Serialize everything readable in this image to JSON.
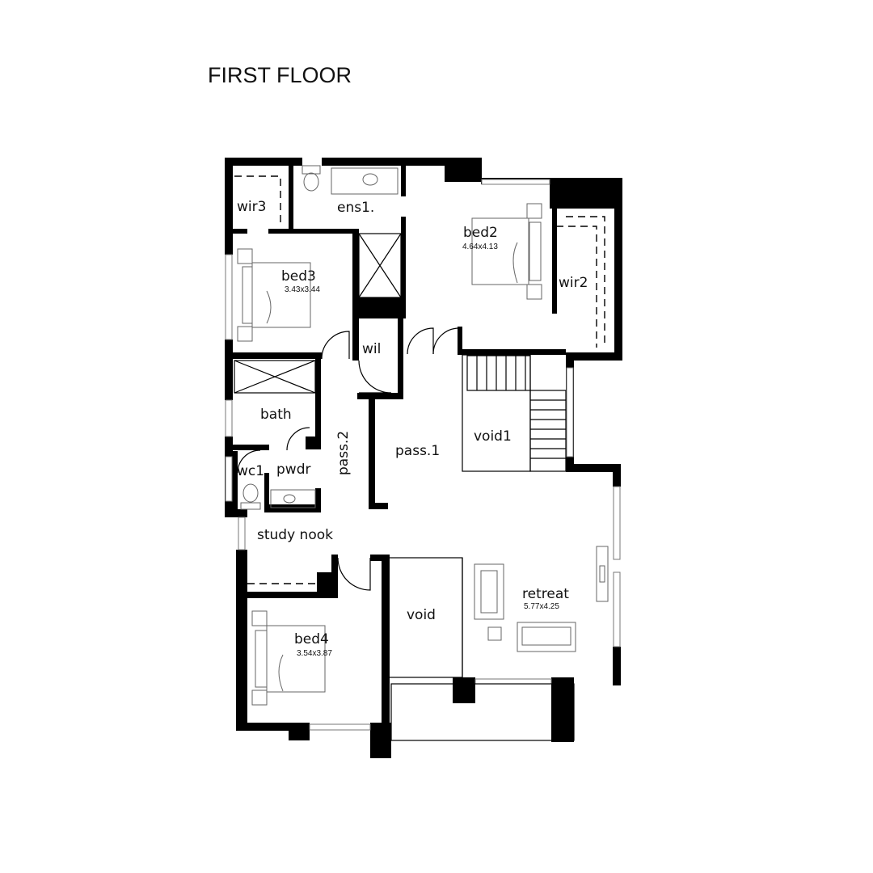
{
  "title": "FIRST FLOOR",
  "rooms": {
    "wir3": "wir3",
    "ens1": "ens1.",
    "bed2": "bed2",
    "bed2_size": "4.64x4.13",
    "wir2": "wir2",
    "bed3": "bed3",
    "bed3_size": "3.43x3.44",
    "wil": "wil",
    "bath": "bath",
    "pass2": "pass.2",
    "pass1": "pass.1",
    "void1": "void1",
    "wc1": "wc1",
    "pwdr": "pwdr",
    "study": "study nook",
    "retreat": "retreat",
    "retreat_size": "5.77x4.25",
    "void": "void",
    "bed4": "bed4",
    "bed4_size": "3.54x3.87"
  }
}
